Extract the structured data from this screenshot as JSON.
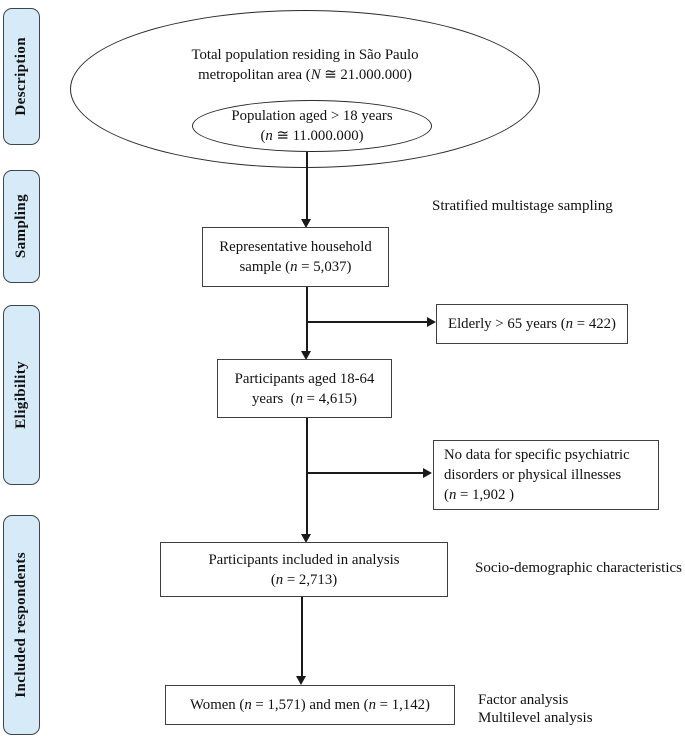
{
  "palette": {
    "sidebar_fill": "#d7eaf8",
    "sidebar_border": "#3c464e",
    "box_border": "#3f3f3f",
    "line_color": "#1a1a1a",
    "text_color": "#111111"
  },
  "sidebar": {
    "items": [
      {
        "label": "Description"
      },
      {
        "label": "Sampling"
      },
      {
        "label": "Eligibility"
      },
      {
        "label": "Included respondents"
      }
    ]
  },
  "flow": {
    "outer_ellipse": {
      "lines": [
        "Total population residing in São Paulo",
        "metropolitan area (*N* ≅ 21.000.000)"
      ]
    },
    "inner_ellipse": {
      "lines": [
        "Population aged > 18 years",
        "(*n* ≅ 11.000.000)"
      ]
    },
    "boxes": {
      "household": {
        "lines": [
          "Representative household",
          "sample (*n* = 5,037)"
        ]
      },
      "elderly": {
        "lines": [
          "Elderly > 65 years (*n* = 422)"
        ]
      },
      "aged": {
        "lines": [
          "Participants aged 18-64",
          "years  (*n* = 4,615)"
        ]
      },
      "nodata": {
        "lines": [
          "No data for specific psychiatric",
          "disorders or physical illnesses",
          "(*n* = 1,902 )"
        ]
      },
      "included": {
        "lines": [
          "Participants included in analysis",
          "(*n* = 2,713)"
        ]
      },
      "women_men": {
        "lines": [
          "Women (*n* = 1,571) and men (*n* = 1,142)"
        ]
      }
    },
    "annotations": {
      "sampling": "Stratified multistage sampling",
      "socio": "Socio-demographic characteristics",
      "factor": "Factor analysis",
      "multilevel": "Multilevel analysis"
    }
  }
}
